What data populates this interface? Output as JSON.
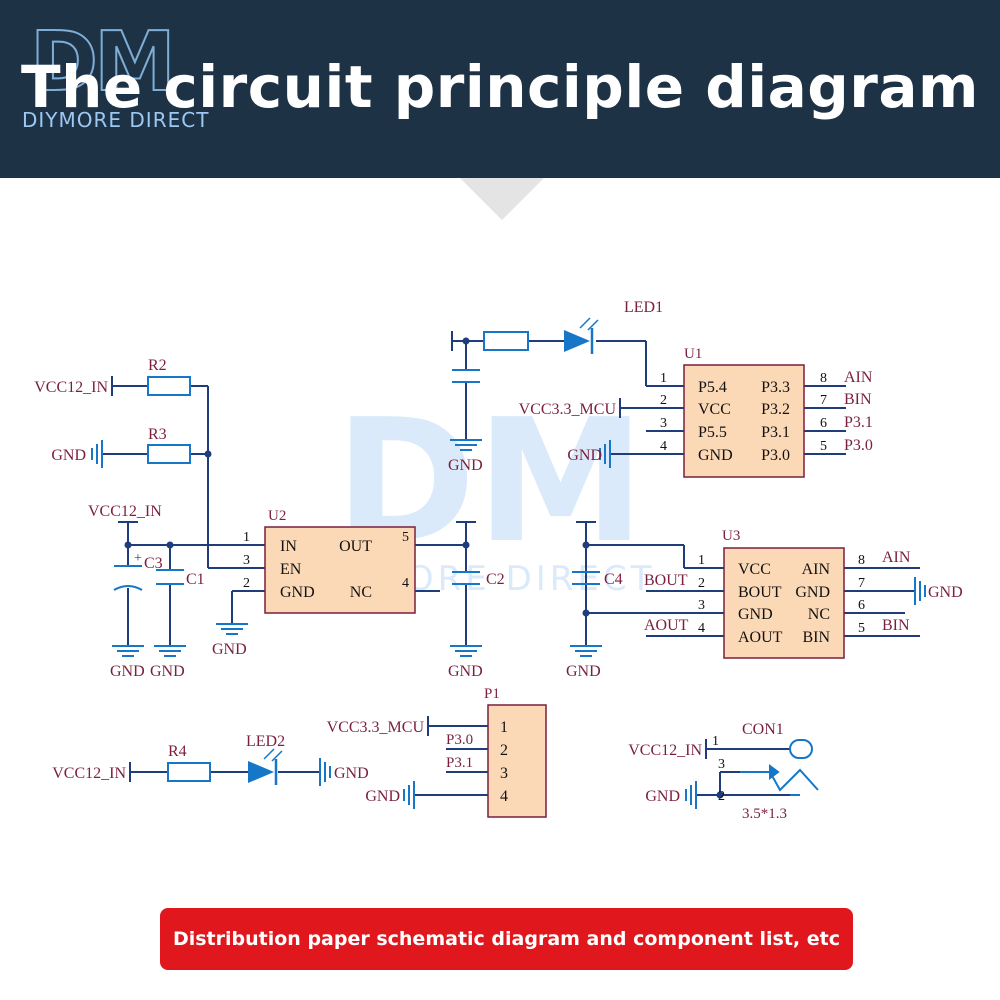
{
  "header": {
    "title": "The circuit principle diagram",
    "logo_letters": "DM",
    "logo_text": "DIYMORE DIRECT"
  },
  "watermark": {
    "letters": "DM",
    "text": "DIYMORE DIRECT"
  },
  "colors": {
    "header_bg": "#1e3246",
    "wire": "#1f3d7a",
    "symbol": "#1677c9",
    "label": "#7a1f3d",
    "chip_fill": "#fcd9b6",
    "banner": "#e0171d"
  },
  "schematic": {
    "nets": {
      "vcc12": "VCC12_IN",
      "vcc33": "VCC3.3_MCU",
      "gnd": "GND"
    },
    "resistors": [
      "R2",
      "R3",
      "R4"
    ],
    "capacitors": [
      "C1",
      "C2",
      "C3",
      "C4"
    ],
    "leds": [
      "LED1",
      "LED2"
    ],
    "u1": {
      "name": "U1",
      "left_pins": [
        "P5.4",
        "VCC",
        "P5.5",
        "GND"
      ],
      "right_pins": [
        "P3.3",
        "P3.2",
        "P3.1",
        "P3.0"
      ],
      "left_nums": [
        "1",
        "2",
        "3",
        "4"
      ],
      "right_nums": [
        "8",
        "7",
        "6",
        "5"
      ],
      "right_nets": [
        "AIN",
        "BIN",
        "P3.1",
        "P3.0"
      ]
    },
    "u2": {
      "name": "U2",
      "left_pins": [
        "IN",
        "EN",
        "GND"
      ],
      "right_pins": [
        "OUT",
        "NC"
      ],
      "left_nums": [
        "1",
        "3",
        "2"
      ],
      "right_nums": [
        "5",
        "4"
      ]
    },
    "u3": {
      "name": "U3",
      "left_pins": [
        "VCC",
        "BOUT",
        "GND",
        "AOUT"
      ],
      "right_pins": [
        "AIN",
        "GND",
        "NC",
        "BIN"
      ],
      "left_nums": [
        "1",
        "2",
        "3",
        "4"
      ],
      "right_nums": [
        "8",
        "7",
        "6",
        "5"
      ],
      "left_nets": [
        "BOUT",
        "AOUT"
      ],
      "right_nets": [
        "AIN",
        "GND",
        "BIN"
      ]
    },
    "p1": {
      "name": "P1",
      "pins": [
        "1",
        "2",
        "3",
        "4"
      ],
      "nets": [
        "VCC3.3_MCU",
        "P3.0",
        "P3.1",
        "GND"
      ]
    },
    "con1": {
      "name": "CON1",
      "pins": [
        "1",
        "3",
        "2"
      ],
      "size": "3.5*1.3"
    }
  },
  "footer": {
    "banner_text": "Distribution paper schematic diagram and component list, etc"
  }
}
